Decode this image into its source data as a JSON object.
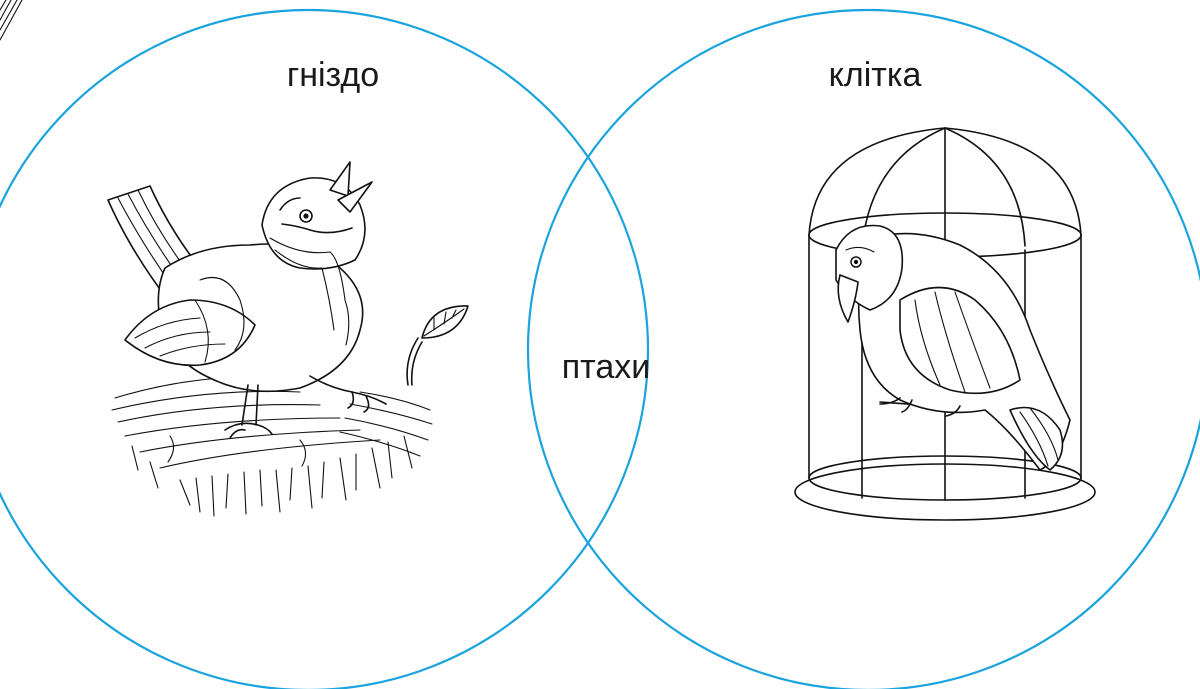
{
  "diagram": {
    "type": "venn",
    "circle_color": "#1aa3dd",
    "left_set": {
      "label": "гніздо",
      "illustration": "bird-on-nest"
    },
    "right_set": {
      "label": "клітка",
      "illustration": "bird-in-cage"
    },
    "intersection": {
      "label": "птахи"
    }
  }
}
